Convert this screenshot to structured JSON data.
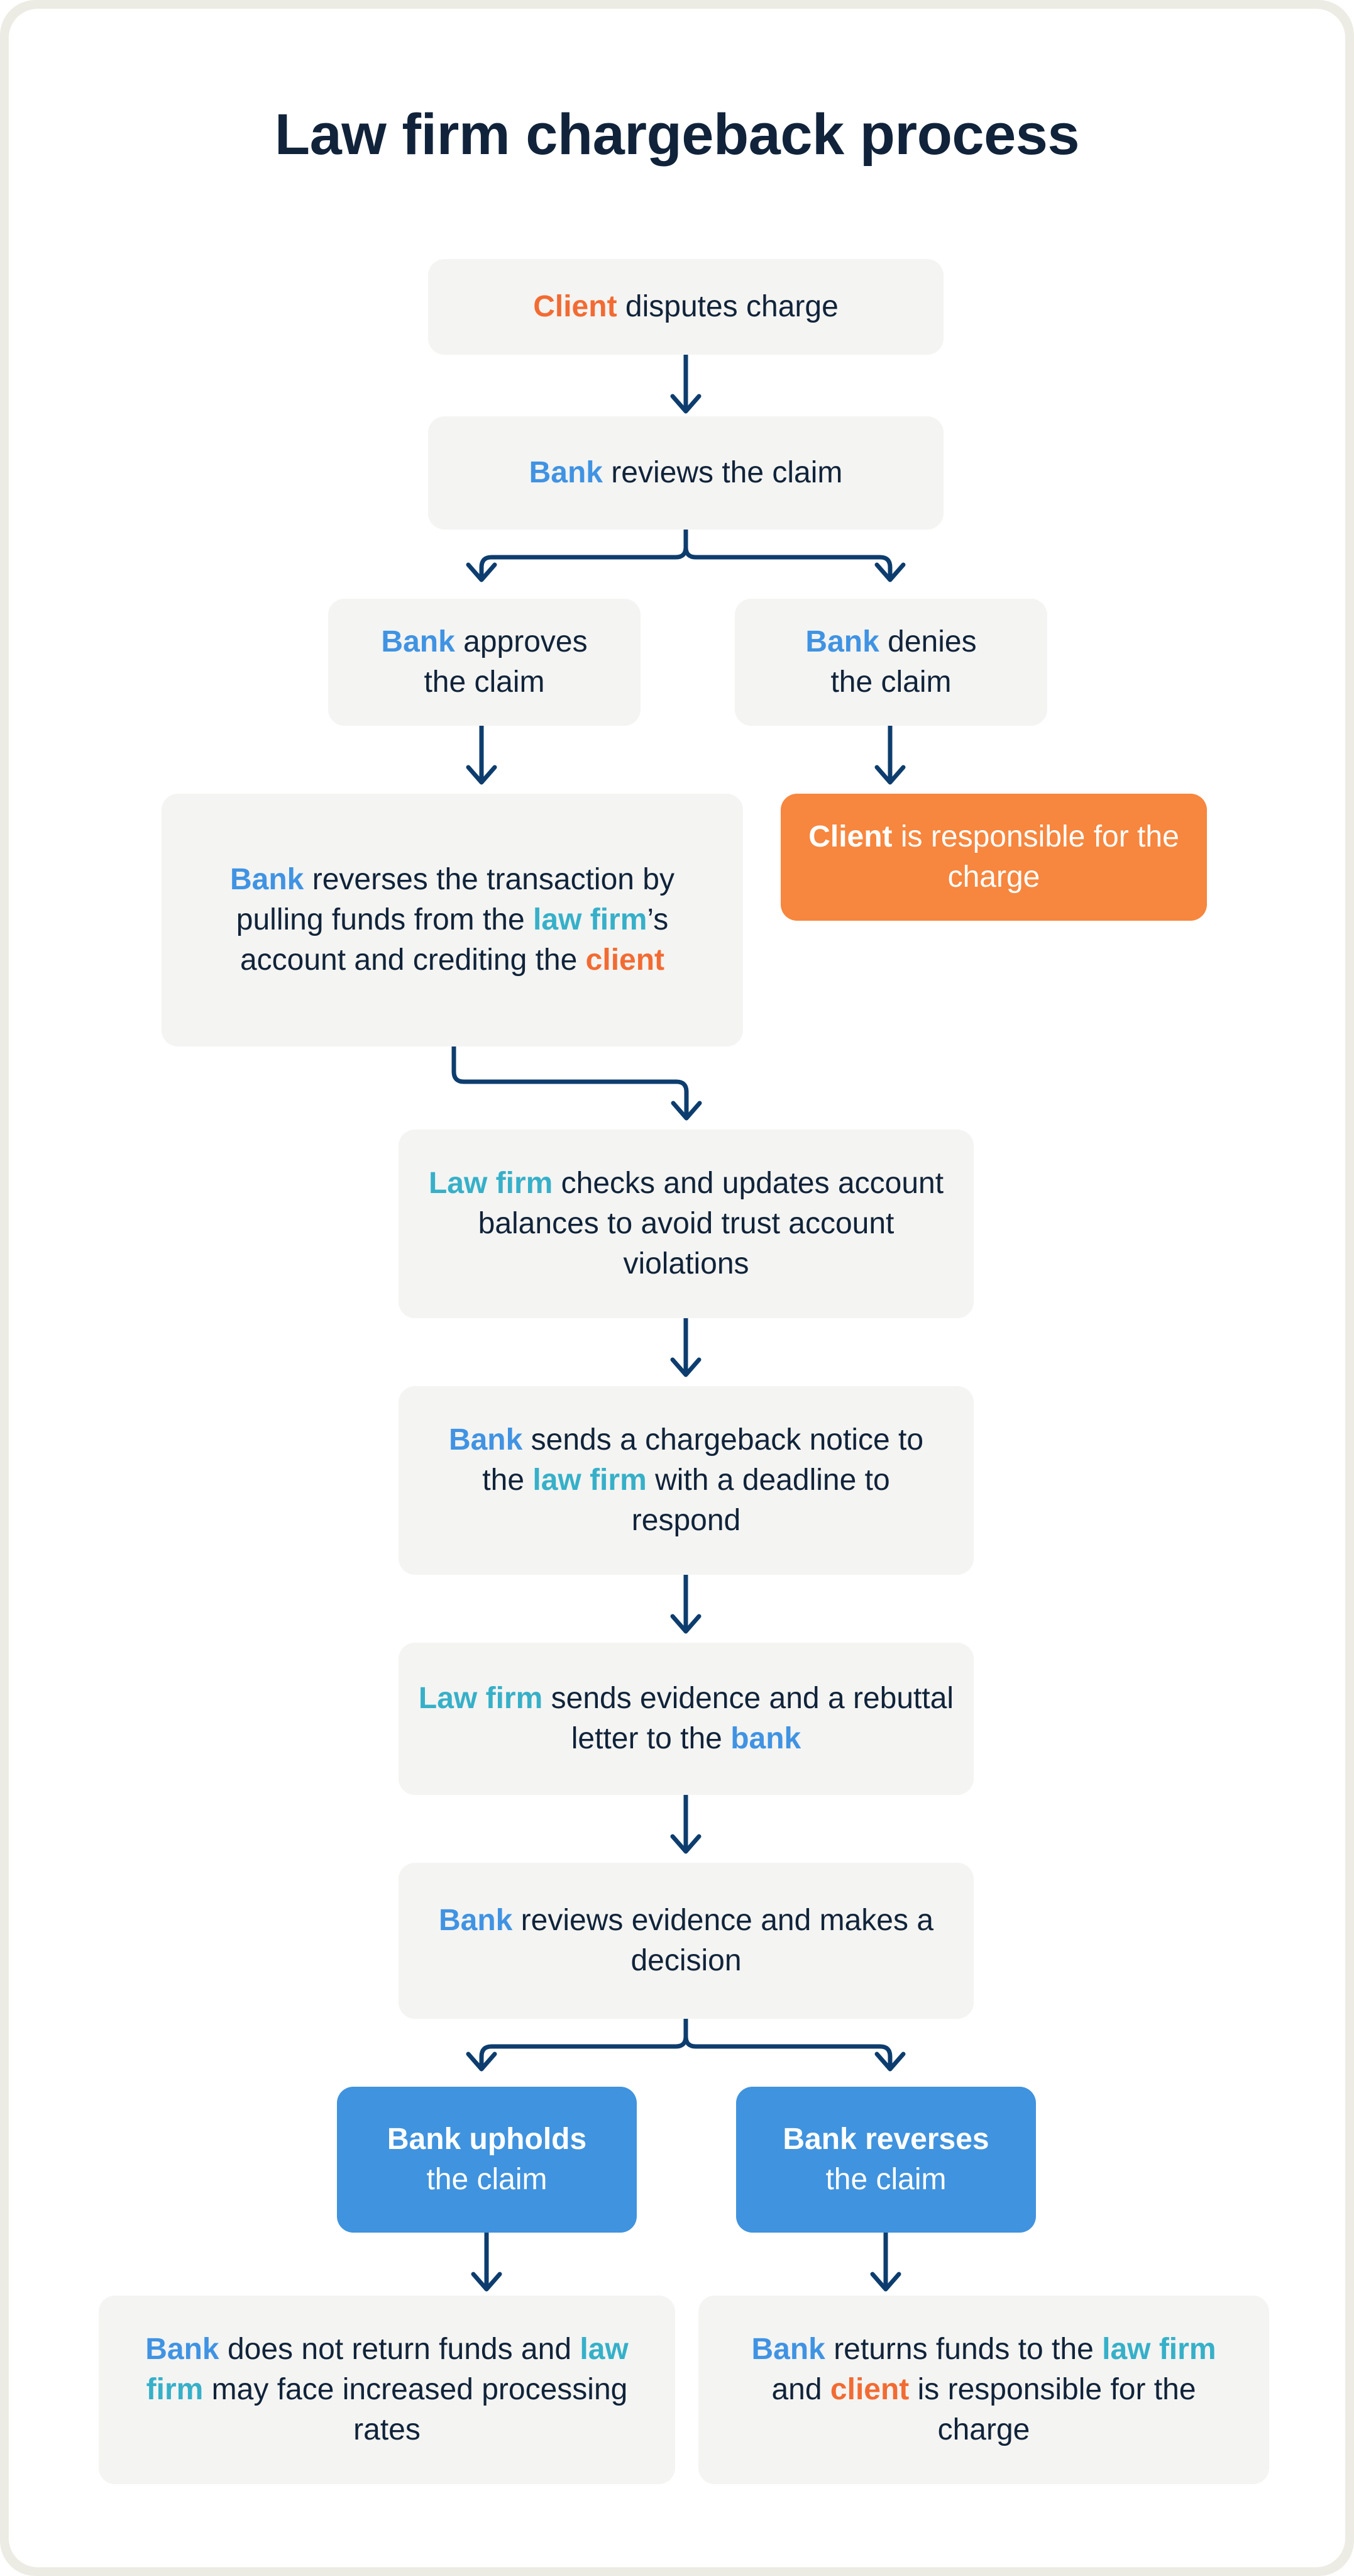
{
  "title": "Law firm chargeback process",
  "colors": {
    "bank": "#4093e3",
    "law_firm": "#36b0c9",
    "client": "#f26b32",
    "box_gray": "#f4f4f2",
    "box_orange": "#f7863e",
    "box_blue": "#4093de",
    "connector": "#0d3d6e",
    "title_text": "#10233a",
    "frame": "#edece4"
  },
  "chart_data": {
    "type": "diagram",
    "title": "Law firm chargeback process",
    "nodes": [
      {
        "id": "n1",
        "style": "gray",
        "text": "Client disputes charge",
        "segments": [
          {
            "t": "Client",
            "role": "client"
          },
          {
            "t": " disputes charge",
            "role": "plain"
          }
        ]
      },
      {
        "id": "n2",
        "style": "gray",
        "text": "Bank reviews the claim",
        "segments": [
          {
            "t": "Bank",
            "role": "bank"
          },
          {
            "t": " reviews the claim",
            "role": "plain"
          }
        ]
      },
      {
        "id": "n3",
        "style": "gray",
        "text": "Bank approves the claim",
        "segments": [
          {
            "t": "Bank",
            "role": "bank"
          },
          {
            "t": " approves",
            "role": "plain"
          },
          {
            "t": "the claim",
            "role": "plain-line2"
          }
        ]
      },
      {
        "id": "n4",
        "style": "gray",
        "text": "Bank denies the claim",
        "segments": [
          {
            "t": "Bank",
            "role": "bank"
          },
          {
            "t": " denies",
            "role": "plain"
          },
          {
            "t": "the claim",
            "role": "plain-line2"
          }
        ]
      },
      {
        "id": "n5",
        "style": "gray",
        "text": "Bank reverses the transaction by pulling funds from the law firm's account and crediting the client",
        "segments": [
          {
            "t": "Bank",
            "role": "bank"
          },
          {
            "t": " reverses the transaction by pulling funds from the ",
            "role": "plain"
          },
          {
            "t": "law firm",
            "role": "law_firm"
          },
          {
            "t": "'s account and crediting the ",
            "role": "plain"
          },
          {
            "t": "client",
            "role": "client"
          }
        ]
      },
      {
        "id": "n6",
        "style": "orange",
        "text": "Client is responsible for the charge",
        "segments": [
          {
            "t": "Client",
            "role": "white-bold"
          },
          {
            "t": " is responsible for the charge",
            "role": "white"
          }
        ]
      },
      {
        "id": "n7",
        "style": "gray",
        "text": "Law firm checks and updates account balances to avoid trust account violations",
        "segments": [
          {
            "t": "Law firm",
            "role": "law_firm"
          },
          {
            "t": " checks and updates account balances to avoid trust account violations",
            "role": "plain"
          }
        ]
      },
      {
        "id": "n8",
        "style": "gray",
        "text": "Bank sends a chargeback notice to the law firm with a deadline to respond",
        "segments": [
          {
            "t": "Bank",
            "role": "bank"
          },
          {
            "t": " sends a chargeback notice to the ",
            "role": "plain"
          },
          {
            "t": "law firm",
            "role": "law_firm"
          },
          {
            "t": " with a deadline to respond",
            "role": "plain"
          }
        ]
      },
      {
        "id": "n9",
        "style": "gray",
        "text": "Law firm sends evidence and a rebuttal letter to the bank",
        "segments": [
          {
            "t": "Law firm",
            "role": "law_firm"
          },
          {
            "t": " sends evidence and a rebuttal letter to the ",
            "role": "plain"
          },
          {
            "t": "bank",
            "role": "bank"
          }
        ]
      },
      {
        "id": "n10",
        "style": "gray",
        "text": "Bank reviews evidence and makes a decision",
        "segments": [
          {
            "t": "Bank",
            "role": "bank"
          },
          {
            "t": " reviews evidence and makes a decision",
            "role": "plain"
          }
        ]
      },
      {
        "id": "n11",
        "style": "blue",
        "text": "Bank upholds the claim",
        "segments": [
          {
            "t": "Bank upholds",
            "role": "white-bold"
          },
          {
            "t": "the claim",
            "role": "white"
          }
        ]
      },
      {
        "id": "n12",
        "style": "blue",
        "text": "Bank reverses the claim",
        "segments": [
          {
            "t": "Bank reverses",
            "role": "white-bold"
          },
          {
            "t": "the claim",
            "role": "white"
          }
        ]
      },
      {
        "id": "n13",
        "style": "gray",
        "text": "Bank does not return funds and law firm may face increased processing rates",
        "segments": [
          {
            "t": "Bank",
            "role": "bank"
          },
          {
            "t": " does not return funds and ",
            "role": "plain"
          },
          {
            "t": "law firm",
            "role": "law_firm"
          },
          {
            "t": " may face increased processing rates",
            "role": "plain"
          }
        ]
      },
      {
        "id": "n14",
        "style": "gray",
        "text": "Bank returns funds to the law firm and client is responsible for the charge",
        "segments": [
          {
            "t": "Bank",
            "role": "bank"
          },
          {
            "t": " returns funds to the ",
            "role": "plain"
          },
          {
            "t": "law firm",
            "role": "law_firm"
          },
          {
            "t": " and ",
            "role": "plain"
          },
          {
            "t": "client",
            "role": "client"
          },
          {
            "t": " is responsible for the charge",
            "role": "plain"
          }
        ]
      }
    ],
    "edges": [
      {
        "from": "n1",
        "to": "n2",
        "kind": "straight"
      },
      {
        "from": "n2",
        "to": "n3",
        "kind": "split-left"
      },
      {
        "from": "n2",
        "to": "n4",
        "kind": "split-right"
      },
      {
        "from": "n3",
        "to": "n5",
        "kind": "straight"
      },
      {
        "from": "n4",
        "to": "n6",
        "kind": "straight"
      },
      {
        "from": "n5",
        "to": "n7",
        "kind": "elbow-right"
      },
      {
        "from": "n7",
        "to": "n8",
        "kind": "straight"
      },
      {
        "from": "n8",
        "to": "n9",
        "kind": "straight"
      },
      {
        "from": "n9",
        "to": "n10",
        "kind": "straight"
      },
      {
        "from": "n10",
        "to": "n11",
        "kind": "split-left"
      },
      {
        "from": "n10",
        "to": "n12",
        "kind": "split-right"
      },
      {
        "from": "n11",
        "to": "n13",
        "kind": "straight"
      },
      {
        "from": "n12",
        "to": "n14",
        "kind": "straight"
      }
    ]
  },
  "nodes": {
    "n1": {
      "l1a": "Client",
      "l1b": " disputes charge"
    },
    "n2": {
      "l1a": "Bank",
      "l1b": " reviews the claim"
    },
    "n3": {
      "l1a": "Bank",
      "l1b": " approves",
      "l2": "the claim"
    },
    "n4": {
      "l1a": "Bank",
      "l1b": " denies",
      "l2": "the claim"
    },
    "n5": {
      "a": "Bank",
      "b": " reverses the transaction by pulling funds from the ",
      "c": "law firm",
      "d": "’s account and crediting the ",
      "e": "client"
    },
    "n6": {
      "a": "Client",
      "b": " is responsible for the charge"
    },
    "n7": {
      "a": "Law firm",
      "b": " checks and updates account balances to avoid trust account violations"
    },
    "n8": {
      "a": "Bank",
      "b": " sends a chargeback notice to the ",
      "c": "law firm",
      "d": " with a deadline to respond"
    },
    "n9": {
      "a": "Law firm",
      "b": " sends evidence and a rebuttal letter to the ",
      "c": "bank"
    },
    "n10": {
      "a": "Bank",
      "b": " reviews evidence and makes a decision"
    },
    "n11": {
      "l1": "Bank upholds",
      "l2": "the claim"
    },
    "n12": {
      "l1": "Bank reverses",
      "l2": "the claim"
    },
    "n13": {
      "a": "Bank",
      "b": " does not return funds and ",
      "c": "law firm",
      "d": " may face increased processing rates"
    },
    "n14": {
      "a": "Bank",
      "b": " returns funds to the ",
      "c": "law firm",
      "d": " and ",
      "e": "client",
      "f": " is responsible for the charge"
    }
  }
}
